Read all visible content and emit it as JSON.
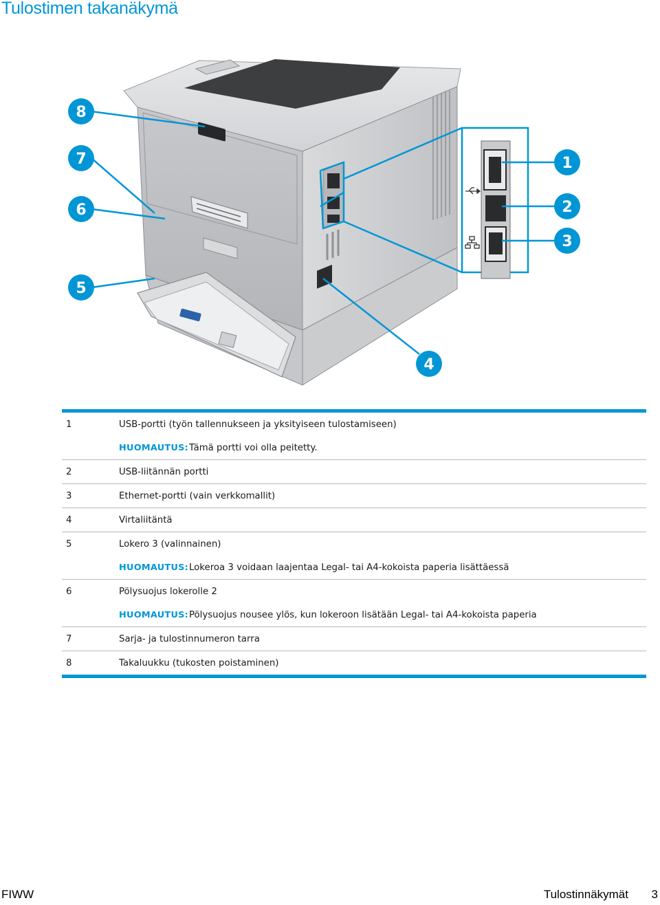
{
  "title": "Tulostimen takanäkymä",
  "callouts": [
    "1",
    "2",
    "3",
    "4",
    "5",
    "6",
    "7",
    "8"
  ],
  "colors": {
    "accent": "#0096d6",
    "rule": "#b9b9b9"
  },
  "icons": {
    "usb": "usb-icon",
    "network": "network-icon"
  },
  "table": {
    "rows": [
      {
        "num": "1",
        "text": "USB-portti (työn tallennukseen ja yksityiseen tulostamiseen)"
      },
      {
        "note_label": "HUOMAUTUS:",
        "note_text": "Tämä portti voi olla peitetty."
      },
      {
        "num": "2",
        "text": "USB-liitännän portti"
      },
      {
        "num": "3",
        "text": "Ethernet-portti (vain verkkomallit)"
      },
      {
        "num": "4",
        "text": "Virtaliitäntä"
      },
      {
        "num": "5",
        "text": "Lokero 3 (valinnainen)"
      },
      {
        "note_label": "HUOMAUTUS:",
        "note_text": "Lokeroa 3 voidaan laajentaa Legal- tai A4-kokoista paperia lisättäessä"
      },
      {
        "num": "6",
        "text": "Pölysuojus lokerolle 2"
      },
      {
        "note_label": "HUOMAUTUS:",
        "note_text": "Pölysuojus nousee ylös, kun lokeroon lisätään Legal- tai A4-kokoista paperia"
      },
      {
        "num": "7",
        "text": "Sarja- ja tulostinnumeron tarra"
      },
      {
        "num": "8",
        "text": "Takaluukku (tukosten poistaminen)"
      }
    ]
  },
  "footer": {
    "left": "FIWW",
    "right": "Tulostinnäkymät",
    "page": "3"
  }
}
